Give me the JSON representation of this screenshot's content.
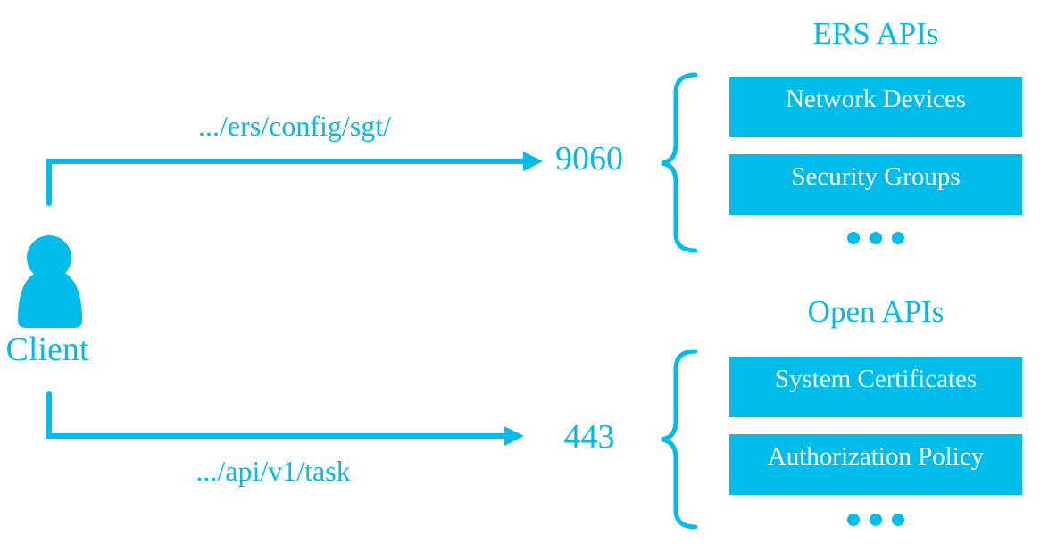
{
  "colors": {
    "accent": "#00BCEB",
    "box_text": "#ffffff",
    "background": "#ffffff"
  },
  "client": {
    "label": "Client",
    "icon": "person-icon"
  },
  "connections": [
    {
      "route": ".../ers/config/sgt/",
      "port": "9060"
    },
    {
      "route": ".../api/v1/task",
      "port": "443"
    }
  ],
  "api_groups": [
    {
      "title": "ERS APIs",
      "items": [
        "Network Devices",
        "Security Groups"
      ],
      "more_indicator": "ellipsis-dots-icon"
    },
    {
      "title": "Open APIs",
      "items": [
        "System Certificates",
        "Authorization Policy"
      ],
      "more_indicator": "ellipsis-dots-icon"
    }
  ]
}
